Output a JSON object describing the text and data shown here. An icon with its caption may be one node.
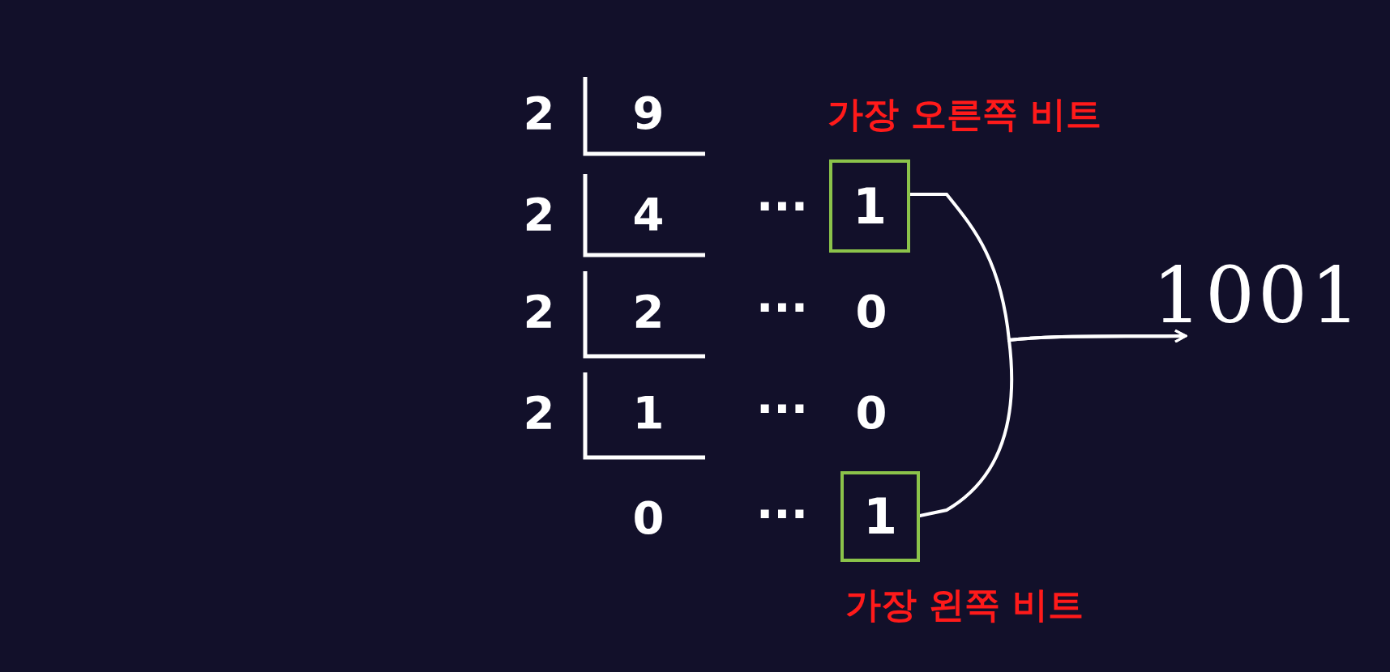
{
  "diagram": {
    "nodes": [
      {
        "text": [
          "1"
        ],
        "beside": [
          "가장 오른쪽 비트"
        ]
      },
      {
        "text": [
          "1"
        ],
        "beside": [
          "가장 왼쪽 비트"
        ]
      },
      {
        "text": [
          "1001"
        ]
      }
    ],
    "edges": [
      {
        "from": 0,
        "to": 2,
        "arrow": "to"
      },
      {
        "from": 1,
        "to": 2,
        "arrow": "to"
      }
    ],
    "labels": [
      "2",
      "9",
      "2",
      "4",
      "···",
      "2",
      "2",
      "···",
      "0",
      "2",
      "1",
      "···",
      "0",
      "0",
      "···"
    ]
  }
}
